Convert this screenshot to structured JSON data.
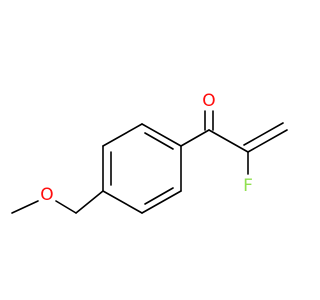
{
  "molecule": {
    "atoms": {
      "oxygen_carbonyl": {
        "symbol": "O",
        "color": "#ff0d0d"
      },
      "fluorine": {
        "symbol": "F",
        "color": "#90e050"
      },
      "oxygen_ether": {
        "symbol": "O",
        "color": "#ff0d0d"
      }
    },
    "bond_color": "#000000",
    "background": "#ffffff"
  }
}
